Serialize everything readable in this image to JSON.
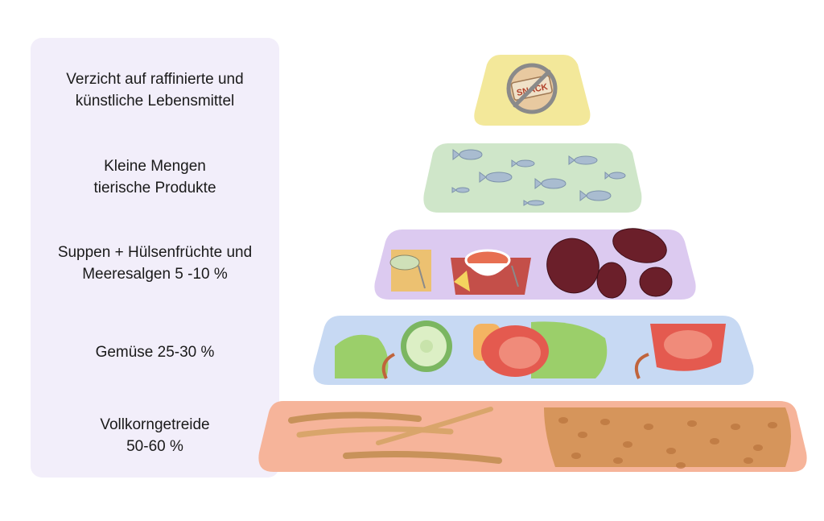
{
  "labels": [
    {
      "line1": "Verzicht auf raffinierte und",
      "line2": "künstliche Lebensmittel"
    },
    {
      "line1": "Kleine Mengen",
      "line2": "tierische Produkte"
    },
    {
      "line1": "Suppen + Hülsenfrüchte und",
      "line2": "Meeresalgen 5 -10 %"
    },
    {
      "line1": "Gemüse 25-30 %",
      "line2": ""
    },
    {
      "line1": "Vollkorngetreide",
      "line2": "50-60 %"
    }
  ],
  "snack_sign": "SNACK",
  "colors": {
    "panel": "#f2eefa",
    "tier_snack": "#f3e89a",
    "tier_fish": "#cfe6c9",
    "tier_legumes": "#dccaf0",
    "tier_vegetables": "#c7d9f3",
    "tier_grains": "#f6b49a"
  },
  "icons": [
    "no-snack-icon",
    "fish-icon",
    "soup-bowl-icon",
    "bean-icon",
    "cucumber-icon",
    "tomato-icon",
    "lettuce-icon",
    "wheat-icon",
    "grain-icon"
  ]
}
